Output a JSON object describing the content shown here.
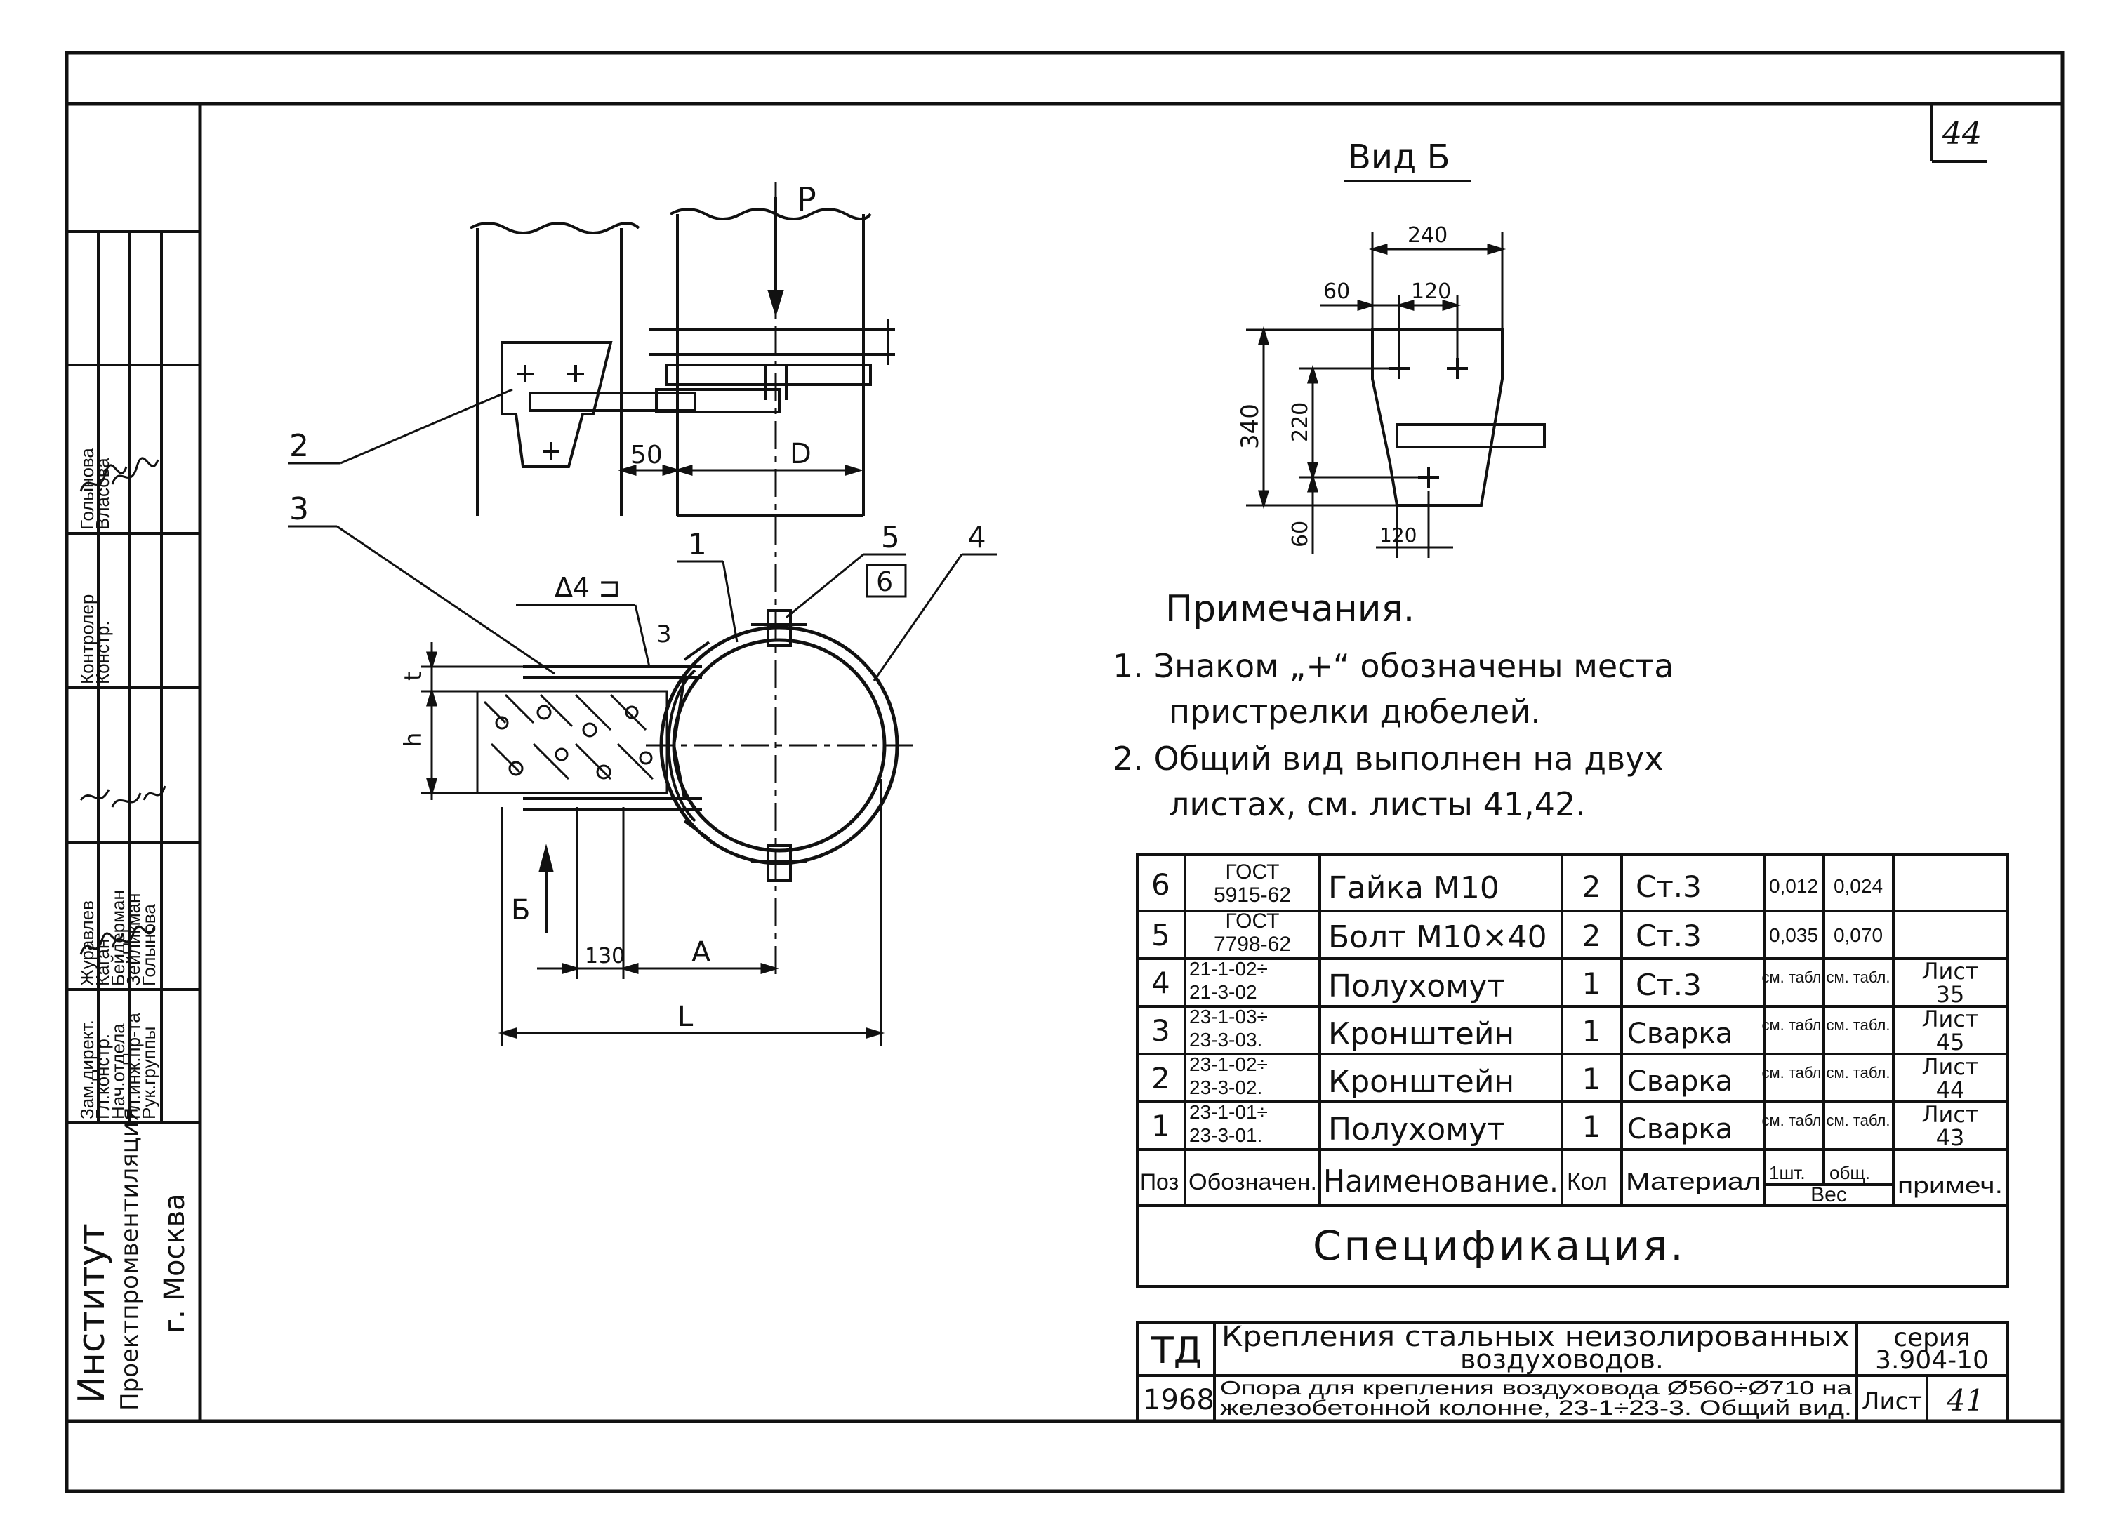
{
  "sheet_number_top": "44",
  "view_b": {
    "title": "Вид Б",
    "dim_240": "240",
    "dim_60": "60",
    "dim_120_top": "120",
    "dim_340": "340",
    "dim_220": "220",
    "dim_60_bottom": "60",
    "dim_120_bottom": "120"
  },
  "main_view": {
    "load_label": "P",
    "dim_50": "50",
    "dim_D": "D",
    "callout_1": "1",
    "callout_2": "2",
    "callout_3": "3",
    "callout_4": "4",
    "callout_5": "5",
    "callout_6": "6",
    "weld_symbol": "Δ4 ⊐",
    "weld_3": "3",
    "dim_t": "t",
    "dim_h": "h",
    "view_arrow": "Б",
    "dim_130": "130",
    "dim_A": "A",
    "dim_L": "L"
  },
  "notes": {
    "title": "Примечания.",
    "line1": "1. Знаком „+“ обозначены места",
    "line2": "пристрелки дюбелей.",
    "line3": "2. Общий вид выполнен на двух",
    "line4": "листах, см. листы 41,42."
  },
  "spec_table": {
    "title": "Спецификация.",
    "header": {
      "pos": "Поз",
      "designation": "Обозначен.",
      "name": "Наименование.",
      "qty": "Кол",
      "material": "Материал",
      "unit": "1шт.",
      "total": "общ.",
      "weight": "Вес",
      "note": "примеч."
    },
    "rows": [
      {
        "pos": "6",
        "des1": "ГОСТ",
        "des2": "5915-62",
        "name": "Гайка М10",
        "qty": "2",
        "mat": "Ст.3",
        "w1": "0,012",
        "w2": "0,024",
        "note1": "",
        "note2": ""
      },
      {
        "pos": "5",
        "des1": "ГОСТ",
        "des2": "7798-62",
        "name": "Болт М10×40",
        "qty": "2",
        "mat": "Ст.3",
        "w1": "0,035",
        "w2": "0,070",
        "note1": "",
        "note2": ""
      },
      {
        "pos": "4",
        "des1": "21-1-02÷",
        "des2": "21-3-02",
        "name": "Полухомут",
        "qty": "1",
        "mat": "Ст.3",
        "w1": "см. табл.",
        "w2": "см. табл.",
        "note1": "Лист",
        "note2": "35"
      },
      {
        "pos": "3",
        "des1": "23-1-03÷",
        "des2": "23-3-03.",
        "name": "Кронштейн",
        "qty": "1",
        "mat": "Сварка",
        "w1": "см. табл.",
        "w2": "см. табл.",
        "note1": "Лист",
        "note2": "45"
      },
      {
        "pos": "2",
        "des1": "23-1-02÷",
        "des2": "23-3-02.",
        "name": "Кронштейн",
        "qty": "1",
        "mat": "Сварка",
        "w1": "см. табл.",
        "w2": "см. табл.",
        "note1": "Лист",
        "note2": "44"
      },
      {
        "pos": "1",
        "des1": "23-1-01÷",
        "des2": "23-3-01.",
        "name": "Полухомут",
        "qty": "1",
        "mat": "Сварка",
        "w1": "см. табл.",
        "w2": "см. табл.",
        "note1": "Лист",
        "note2": "43"
      }
    ]
  },
  "title_block": {
    "code": "ТД",
    "year": "1968",
    "title1": "Крепления стальных неизолированных",
    "title2": "воздуховодов.",
    "series_label": "серия",
    "series_value": "3.904-10",
    "desc1": "Опора для крепления воздуховода Ø560÷Ø710 на",
    "desc2": "железобетонной колонне, 23-1÷23-3. Общий вид.",
    "sheet_label": "Лист",
    "sheet_value": "41"
  },
  "side_stamp": {
    "org1": "Институт",
    "org2": "Проектпромвентиляция",
    "org3": "г. Москва",
    "roles": [
      "Зам.директ.",
      "Гл.констр.",
      "Нач.отдела",
      "Гл.инж.пр-та",
      "Рук.группы"
    ],
    "roles2": [
      "Контролер",
      "Констр."
    ],
    "names": [
      "Журавлев",
      "Каган",
      "Бейдерман",
      "Зейликман",
      "Голынова"
    ],
    "names2": [
      "Голынова",
      "Власова"
    ]
  }
}
